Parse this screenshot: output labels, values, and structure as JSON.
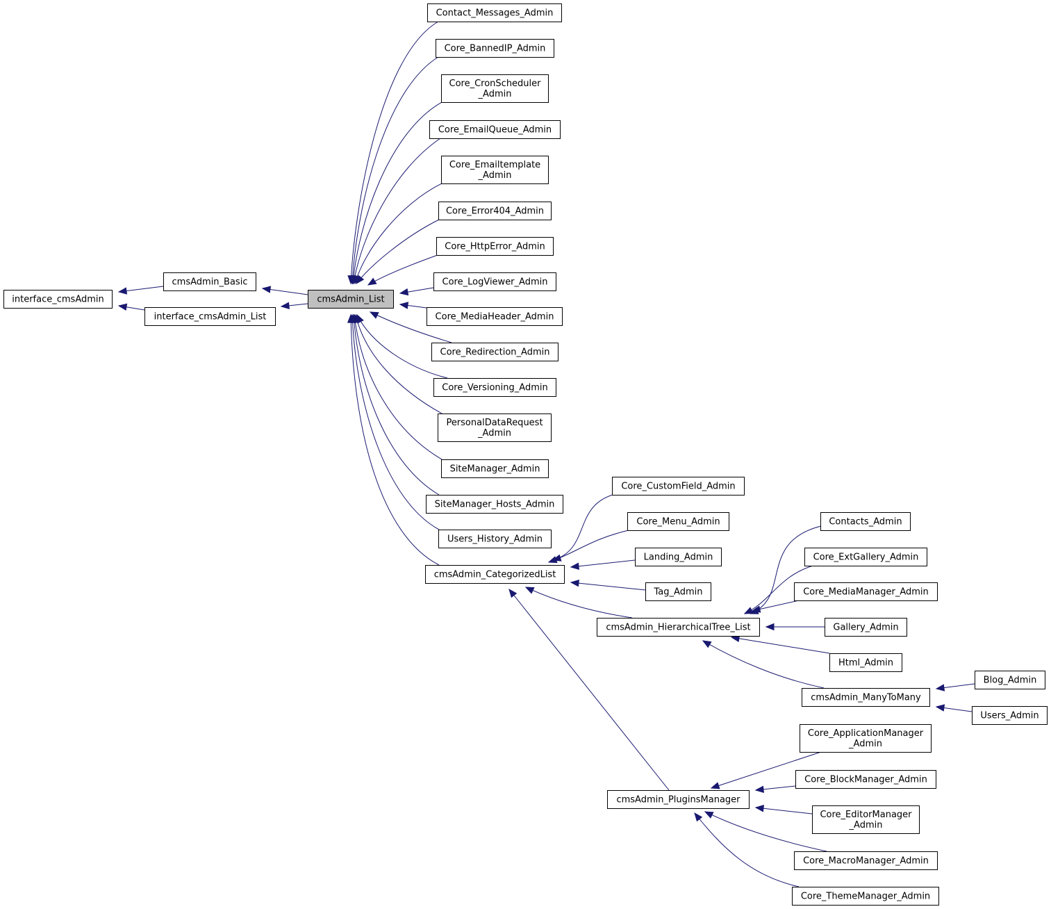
{
  "diagram": {
    "title": "",
    "nodes": [
      {
        "id": "interface_cmsAdmin",
        "lines": [
          "interface_cmsAdmin"
        ]
      },
      {
        "id": "cmsAdmin_Basic",
        "lines": [
          "cmsAdmin_Basic"
        ]
      },
      {
        "id": "interface_cmsAdmin_List",
        "lines": [
          "interface_cmsAdmin_List"
        ]
      },
      {
        "id": "cmsAdmin_List",
        "lines": [
          "cmsAdmin_List"
        ],
        "current": true
      },
      {
        "id": "Contact_Messages_Admin",
        "lines": [
          "Contact_Messages_Admin"
        ]
      },
      {
        "id": "Core_BannedIP_Admin",
        "lines": [
          "Core_BannedIP_Admin"
        ]
      },
      {
        "id": "Core_CronScheduler_Admin",
        "lines": [
          "Core_CronScheduler",
          "_Admin"
        ]
      },
      {
        "id": "Core_EmailQueue_Admin",
        "lines": [
          "Core_EmailQueue_Admin"
        ]
      },
      {
        "id": "Core_Emailtemplate_Admin",
        "lines": [
          "Core_Emailtemplate",
          "_Admin"
        ]
      },
      {
        "id": "Core_Error404_Admin",
        "lines": [
          "Core_Error404_Admin"
        ]
      },
      {
        "id": "Core_HttpError_Admin",
        "lines": [
          "Core_HttpError_Admin"
        ]
      },
      {
        "id": "Core_LogViewer_Admin",
        "lines": [
          "Core_LogViewer_Admin"
        ]
      },
      {
        "id": "Core_MediaHeader_Admin",
        "lines": [
          "Core_MediaHeader_Admin"
        ]
      },
      {
        "id": "Core_Redirection_Admin",
        "lines": [
          "Core_Redirection_Admin"
        ]
      },
      {
        "id": "Core_Versioning_Admin",
        "lines": [
          "Core_Versioning_Admin"
        ]
      },
      {
        "id": "PersonalDataRequest_Admin",
        "lines": [
          "PersonalDataRequest",
          "_Admin"
        ]
      },
      {
        "id": "SiteManager_Admin",
        "lines": [
          "SiteManager_Admin"
        ]
      },
      {
        "id": "SiteManager_Hosts_Admin",
        "lines": [
          "SiteManager_Hosts_Admin"
        ]
      },
      {
        "id": "Users_History_Admin",
        "lines": [
          "Users_History_Admin"
        ]
      },
      {
        "id": "cmsAdmin_CategorizedList",
        "lines": [
          "cmsAdmin_CategorizedList"
        ]
      },
      {
        "id": "Core_CustomField_Admin",
        "lines": [
          "Core_CustomField_Admin"
        ]
      },
      {
        "id": "Core_Menu_Admin",
        "lines": [
          "Core_Menu_Admin"
        ]
      },
      {
        "id": "Landing_Admin",
        "lines": [
          "Landing_Admin"
        ]
      },
      {
        "id": "Tag_Admin",
        "lines": [
          "Tag_Admin"
        ]
      },
      {
        "id": "cmsAdmin_HierarchicalTree_List",
        "lines": [
          "cmsAdmin_HierarchicalTree_List"
        ]
      },
      {
        "id": "Contacts_Admin",
        "lines": [
          "Contacts_Admin"
        ]
      },
      {
        "id": "Core_ExtGallery_Admin",
        "lines": [
          "Core_ExtGallery_Admin"
        ]
      },
      {
        "id": "Core_MediaManager_Admin",
        "lines": [
          "Core_MediaManager_Admin"
        ]
      },
      {
        "id": "Gallery_Admin",
        "lines": [
          "Gallery_Admin"
        ]
      },
      {
        "id": "Html_Admin",
        "lines": [
          "Html_Admin"
        ]
      },
      {
        "id": "cmsAdmin_ManyToMany",
        "lines": [
          "cmsAdmin_ManyToMany"
        ]
      },
      {
        "id": "Blog_Admin",
        "lines": [
          "Blog_Admin"
        ]
      },
      {
        "id": "Users_Admin",
        "lines": [
          "Users_Admin"
        ]
      },
      {
        "id": "cmsAdmin_PluginsManager",
        "lines": [
          "cmsAdmin_PluginsManager"
        ]
      },
      {
        "id": "Core_ApplicationManager_Admin",
        "lines": [
          "Core_ApplicationManager",
          "_Admin"
        ]
      },
      {
        "id": "Core_BlockManager_Admin",
        "lines": [
          "Core_BlockManager_Admin"
        ]
      },
      {
        "id": "Core_EditorManager_Admin",
        "lines": [
          "Core_EditorManager",
          "_Admin"
        ]
      },
      {
        "id": "Core_MacroManager_Admin",
        "lines": [
          "Core_MacroManager_Admin"
        ]
      },
      {
        "id": "Core_ThemeManager_Admin",
        "lines": [
          "Core_ThemeManager_Admin"
        ]
      }
    ],
    "edges": [
      {
        "from": "cmsAdmin_Basic",
        "to": "interface_cmsAdmin"
      },
      {
        "from": "interface_cmsAdmin_List",
        "to": "interface_cmsAdmin"
      },
      {
        "from": "cmsAdmin_List",
        "to": "cmsAdmin_Basic"
      },
      {
        "from": "cmsAdmin_List",
        "to": "interface_cmsAdmin_List"
      },
      {
        "from": "Contact_Messages_Admin",
        "to": "cmsAdmin_List"
      },
      {
        "from": "Core_BannedIP_Admin",
        "to": "cmsAdmin_List"
      },
      {
        "from": "Core_CronScheduler_Admin",
        "to": "cmsAdmin_List"
      },
      {
        "from": "Core_EmailQueue_Admin",
        "to": "cmsAdmin_List"
      },
      {
        "from": "Core_Emailtemplate_Admin",
        "to": "cmsAdmin_List"
      },
      {
        "from": "Core_Error404_Admin",
        "to": "cmsAdmin_List"
      },
      {
        "from": "Core_HttpError_Admin",
        "to": "cmsAdmin_List"
      },
      {
        "from": "Core_LogViewer_Admin",
        "to": "cmsAdmin_List"
      },
      {
        "from": "Core_MediaHeader_Admin",
        "to": "cmsAdmin_List"
      },
      {
        "from": "Core_Redirection_Admin",
        "to": "cmsAdmin_List"
      },
      {
        "from": "Core_Versioning_Admin",
        "to": "cmsAdmin_List"
      },
      {
        "from": "PersonalDataRequest_Admin",
        "to": "cmsAdmin_List"
      },
      {
        "from": "SiteManager_Admin",
        "to": "cmsAdmin_List"
      },
      {
        "from": "SiteManager_Hosts_Admin",
        "to": "cmsAdmin_List"
      },
      {
        "from": "Users_History_Admin",
        "to": "cmsAdmin_List"
      },
      {
        "from": "cmsAdmin_CategorizedList",
        "to": "cmsAdmin_List"
      },
      {
        "from": "Core_CustomField_Admin",
        "to": "cmsAdmin_CategorizedList"
      },
      {
        "from": "Core_Menu_Admin",
        "to": "cmsAdmin_CategorizedList"
      },
      {
        "from": "Landing_Admin",
        "to": "cmsAdmin_CategorizedList"
      },
      {
        "from": "Tag_Admin",
        "to": "cmsAdmin_CategorizedList"
      },
      {
        "from": "cmsAdmin_HierarchicalTree_List",
        "to": "cmsAdmin_CategorizedList"
      },
      {
        "from": "cmsAdmin_PluginsManager",
        "to": "cmsAdmin_CategorizedList"
      },
      {
        "from": "Contacts_Admin",
        "to": "cmsAdmin_HierarchicalTree_List"
      },
      {
        "from": "Core_ExtGallery_Admin",
        "to": "cmsAdmin_HierarchicalTree_List"
      },
      {
        "from": "Core_MediaManager_Admin",
        "to": "cmsAdmin_HierarchicalTree_List"
      },
      {
        "from": "Gallery_Admin",
        "to": "cmsAdmin_HierarchicalTree_List"
      },
      {
        "from": "Html_Admin",
        "to": "cmsAdmin_HierarchicalTree_List"
      },
      {
        "from": "cmsAdmin_ManyToMany",
        "to": "cmsAdmin_HierarchicalTree_List"
      },
      {
        "from": "Blog_Admin",
        "to": "cmsAdmin_ManyToMany"
      },
      {
        "from": "Users_Admin",
        "to": "cmsAdmin_ManyToMany"
      },
      {
        "from": "Core_ApplicationManager_Admin",
        "to": "cmsAdmin_PluginsManager"
      },
      {
        "from": "Core_BlockManager_Admin",
        "to": "cmsAdmin_PluginsManager"
      },
      {
        "from": "Core_EditorManager_Admin",
        "to": "cmsAdmin_PluginsManager"
      },
      {
        "from": "Core_MacroManager_Admin",
        "to": "cmsAdmin_PluginsManager"
      },
      {
        "from": "Core_ThemeManager_Admin",
        "to": "cmsAdmin_PluginsManager"
      }
    ],
    "colors": {
      "edge": "#191970",
      "current_node_fill": "#bfbfbf",
      "node_fill": "#ffffff",
      "node_stroke": "#000000"
    }
  }
}
